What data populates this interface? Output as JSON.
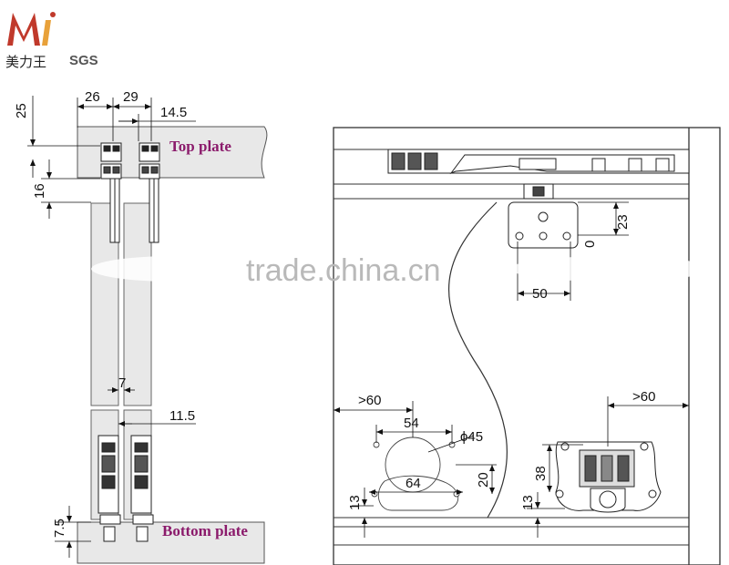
{
  "brand": {
    "name_cn": "美力王",
    "cert": "SGS",
    "colors": {
      "logo_red": "#c0392b",
      "logo_orange": "#e8a13a"
    }
  },
  "watermark": "trade.china.cn",
  "left_view": {
    "labels": {
      "top_plate": "Top plate",
      "bottom_plate": "Bottom plate"
    },
    "label_color": "#8b1a6b",
    "dims": {
      "d26": "26",
      "d29": "29",
      "d14_5": "14.5",
      "d25": "25",
      "d16": "16",
      "d7": "7",
      "d11_5": "11.5",
      "d7_5": "7.5"
    }
  },
  "right_view": {
    "dims": {
      "d23": "23",
      "d0": "0",
      "d50": "50",
      "gt60_left": ">60",
      "gt60_right": ">60",
      "d54": "54",
      "phi45": "ϕ45",
      "d64": "64",
      "d20": "20",
      "d13_left": "13",
      "d38": "38",
      "d13_right": "13"
    }
  }
}
